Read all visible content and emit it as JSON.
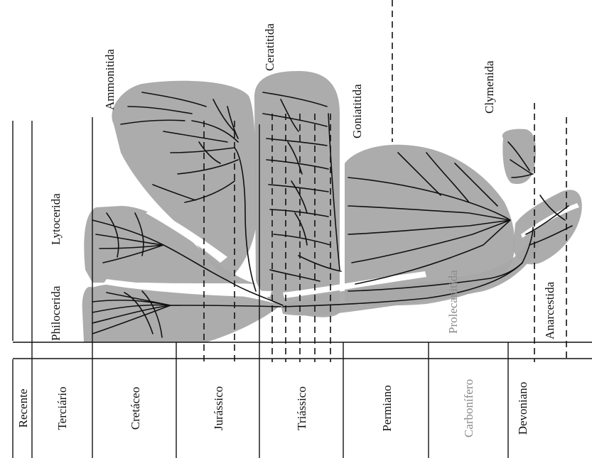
{
  "periods": [
    {
      "id": "recente",
      "label": "Recente"
    },
    {
      "id": "terciario",
      "label": "Terciário"
    },
    {
      "id": "cretaceo",
      "label": "Cretáceo"
    },
    {
      "id": "jurassico",
      "label": "Jurássico"
    },
    {
      "id": "triassico",
      "label": "Triássico"
    },
    {
      "id": "permiano",
      "label": "Permiano"
    },
    {
      "id": "carbonifero",
      "label": "Carbonífero"
    },
    {
      "id": "devoniano",
      "label": "Devoniano"
    }
  ],
  "groups": [
    {
      "id": "philocerida",
      "label": "Philocerida"
    },
    {
      "id": "lytocerida",
      "label": "Lytocerida"
    },
    {
      "id": "ammonitida",
      "label": "Ammonitida"
    },
    {
      "id": "ceratitida",
      "label": "Ceratitida"
    },
    {
      "id": "goniatitida",
      "label": "Goniatitida"
    },
    {
      "id": "clymenida",
      "label": "Clymenida"
    },
    {
      "id": "prolecanitida",
      "label": "Prolecanitida"
    },
    {
      "id": "anarcestida",
      "label": "Anarcestida"
    }
  ],
  "colors": {
    "shade": "#a8a8a8",
    "ink": "#111111",
    "faint": "#8a8a8a"
  }
}
